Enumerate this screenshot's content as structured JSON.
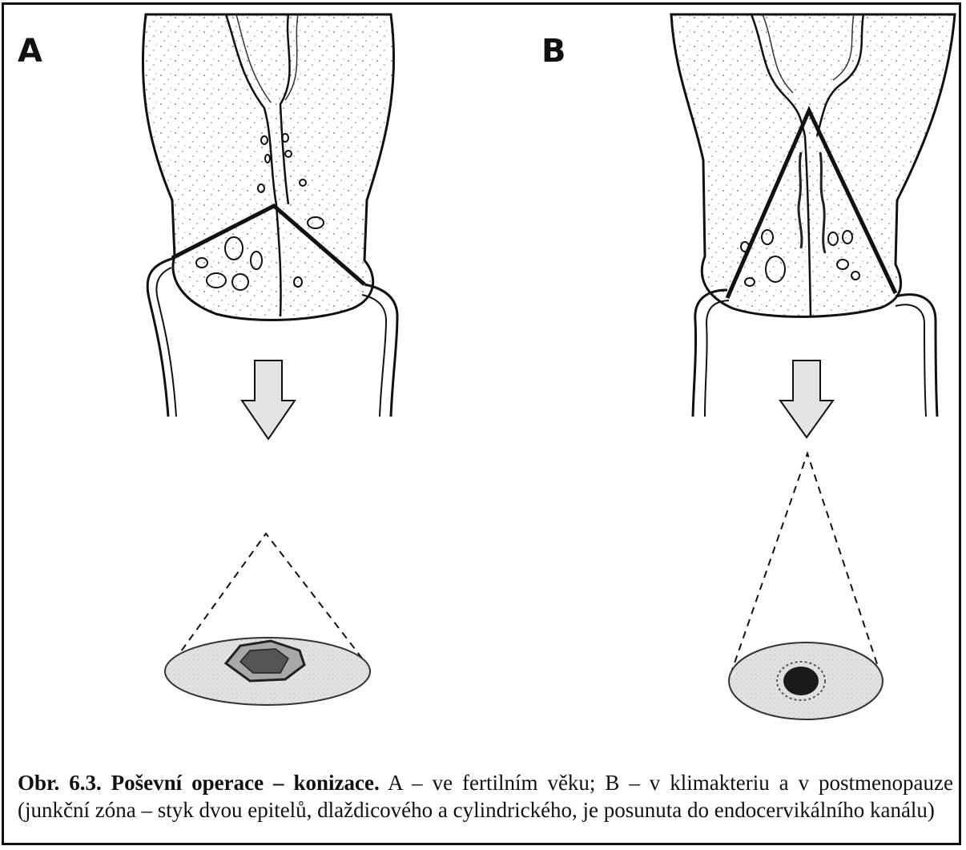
{
  "figure": {
    "panel_a_label": "A",
    "panel_b_label": "B",
    "caption_bold": "Obr. 6.3. Poševní operace – konizace.",
    "caption_text": " A – ve fertilním věku; B – v klimakteriu a v postmenopauze (junkční zóna – styk dvou epitelů, dlaždicového a cylindrického, je posunuta do endocervikálního kanálu)"
  },
  "colors": {
    "ink": "#111111",
    "tissue_fill": "#f2f2f2",
    "arrow_fill": "#e4e4e4",
    "cone_fill": "#dcdcdc",
    "lesion_dark": "#444444"
  }
}
